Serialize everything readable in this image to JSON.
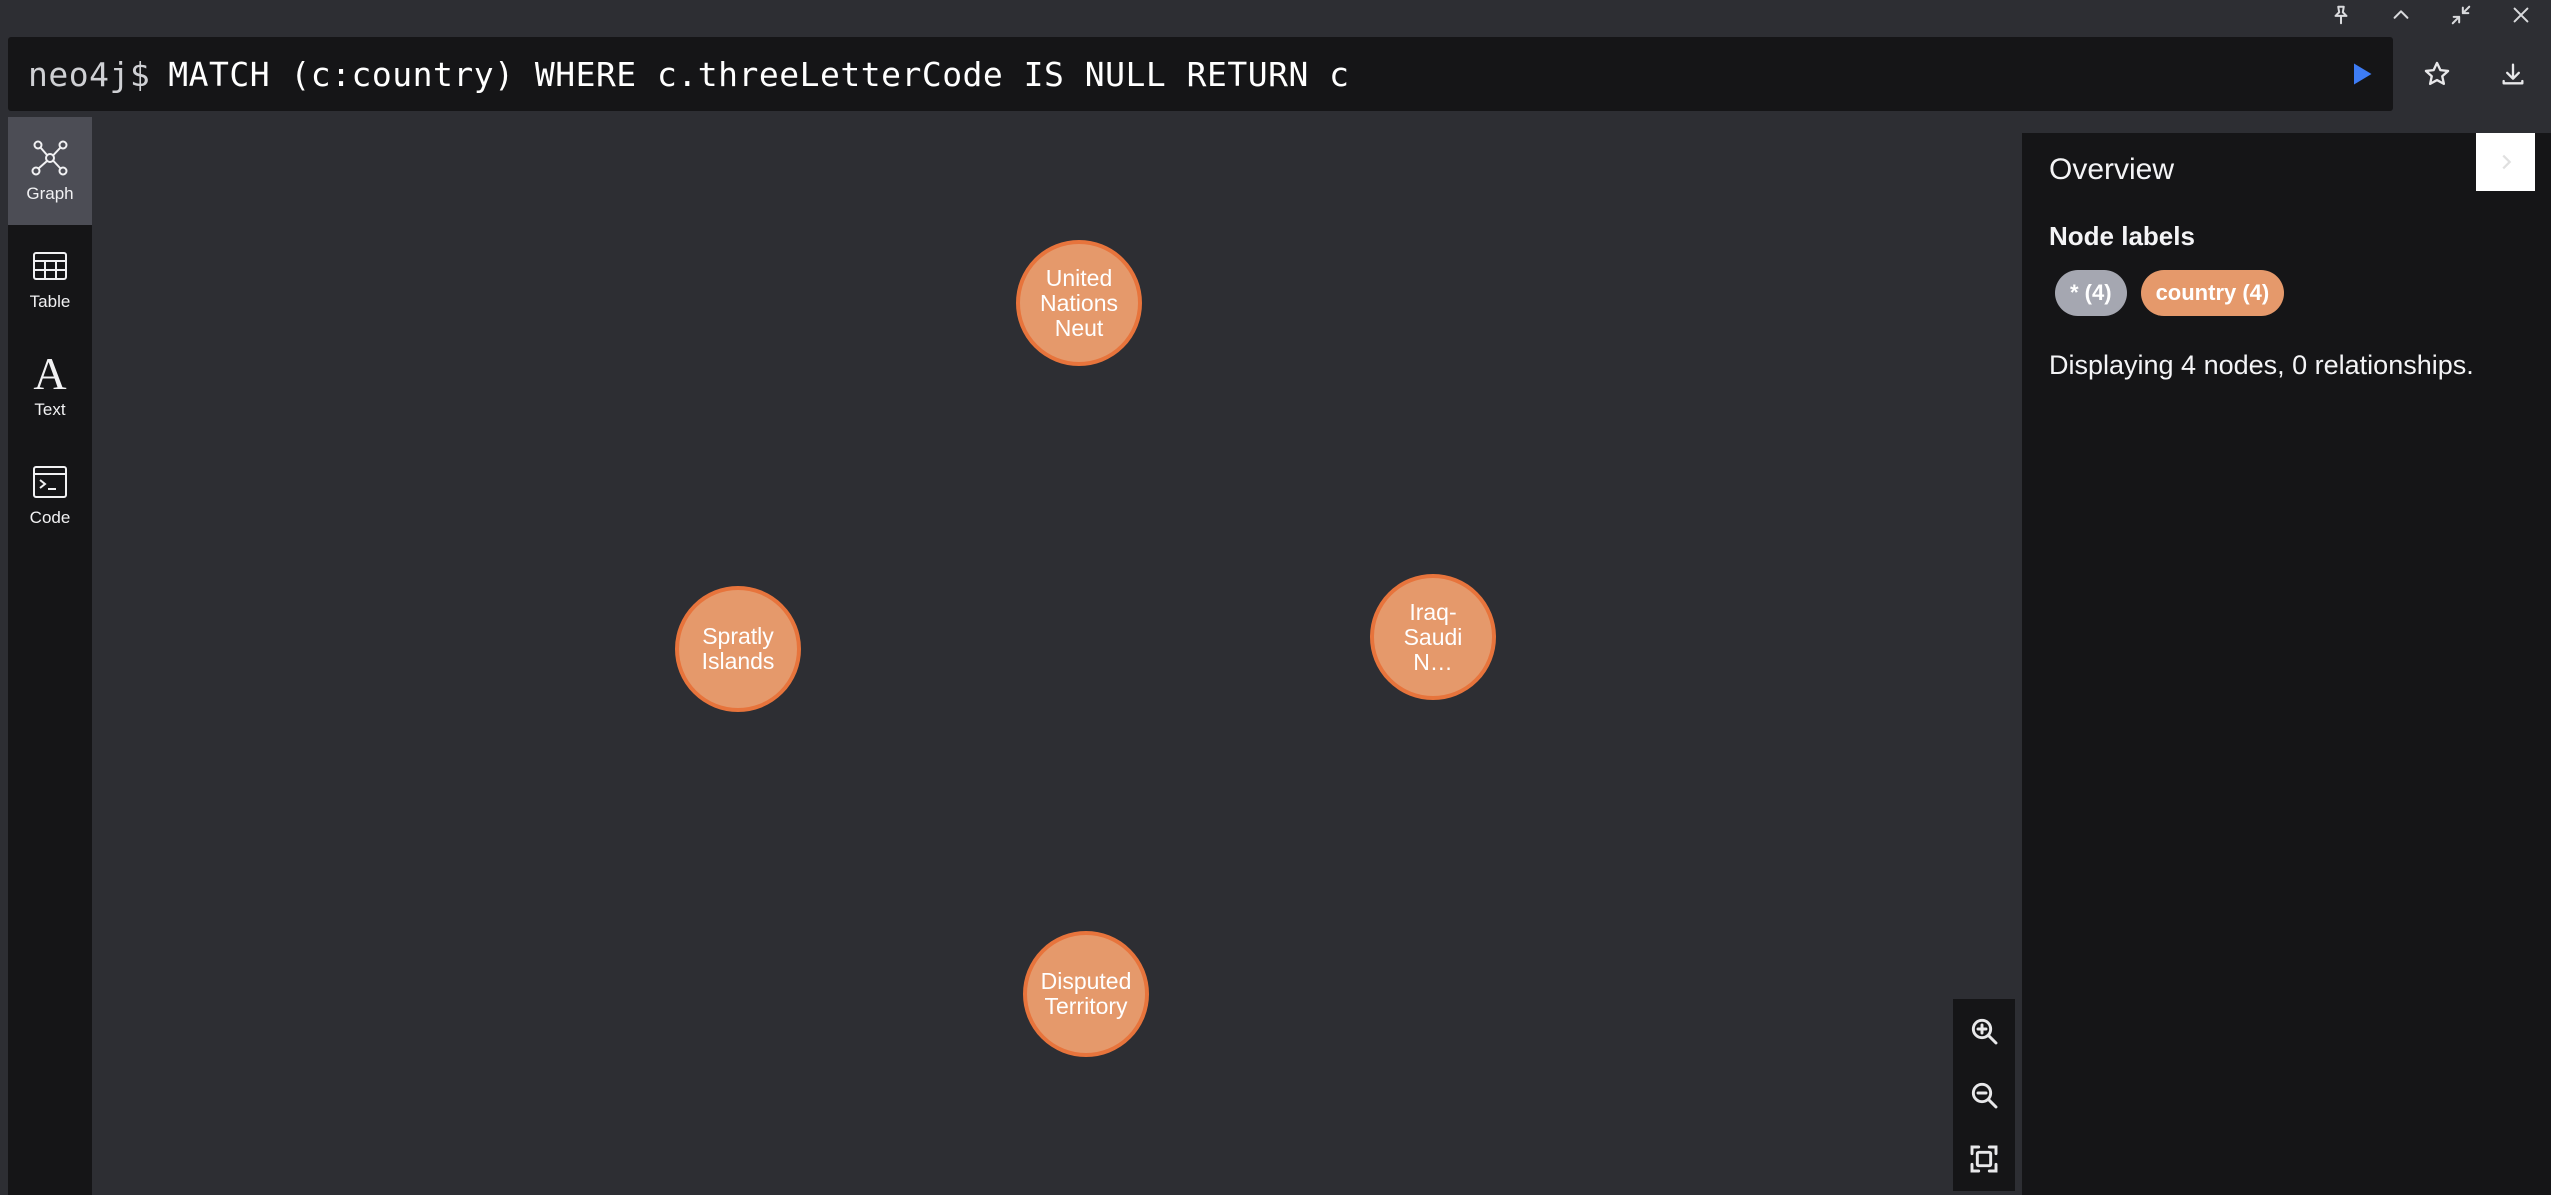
{
  "window": {
    "controls": [
      "pin-icon",
      "chevron-up-icon",
      "minimize-arrows-icon",
      "close-icon"
    ]
  },
  "editor": {
    "prompt": "neo4j$",
    "query": "MATCH (c:country) WHERE c.threeLetterCode IS NULL RETURN c",
    "actions": [
      "play-icon",
      "star-icon",
      "download-icon"
    ],
    "play_color": "#3d7cf5"
  },
  "sidebar": {
    "items": [
      {
        "label": "Graph",
        "icon": "graph-icon",
        "active": true
      },
      {
        "label": "Table",
        "icon": "table-icon",
        "active": false
      },
      {
        "label": "Text",
        "icon": "text-icon",
        "active": false
      },
      {
        "label": "Code",
        "icon": "code-icon",
        "active": false
      }
    ]
  },
  "graph": {
    "node_color": "#e5996b",
    "node_border": "#e7743c",
    "nodes": [
      {
        "label": "United Nations Neut"
      },
      {
        "label": "Spratly Islands"
      },
      {
        "label": "Iraq-Saudi N…"
      },
      {
        "label": "Disputed Territory"
      }
    ]
  },
  "zoom": {
    "buttons": [
      "zoom-in-icon",
      "zoom-out-icon",
      "fit-screen-icon"
    ]
  },
  "overview": {
    "title": "Overview",
    "node_labels_heading": "Node labels",
    "chips": [
      {
        "label": "* (4)",
        "color": "#a5a7b1"
      },
      {
        "label": "country (4)",
        "color": "#e5996b"
      }
    ],
    "status": "Displaying 4 nodes, 0 relationships."
  }
}
